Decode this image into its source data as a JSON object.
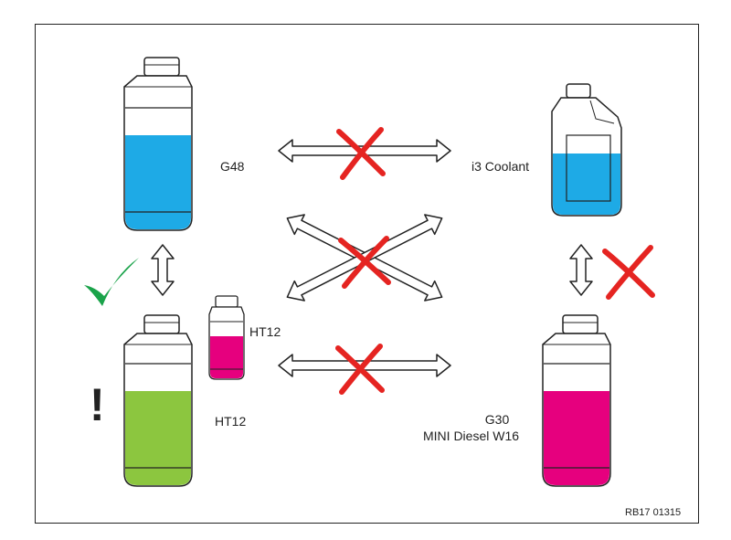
{
  "labels": {
    "g48": "G48",
    "i3_coolant": "i3 Coolant",
    "ht12_small": "HT12",
    "ht12": "HT12",
    "g30": "G30",
    "mini_diesel": "MINI Diesel W16",
    "reference": "RB17 01315",
    "exclamation": "!"
  },
  "colors": {
    "blue_coolant": "#1eaae6",
    "green_coolant": "#8cc63f",
    "magenta_coolant": "#e6007e",
    "check_green": "#1aa34a",
    "cross_red": "#e52421",
    "outline": "#222222"
  },
  "icons": {
    "compatible": "check-icon",
    "incompatible": "cross-icon"
  }
}
